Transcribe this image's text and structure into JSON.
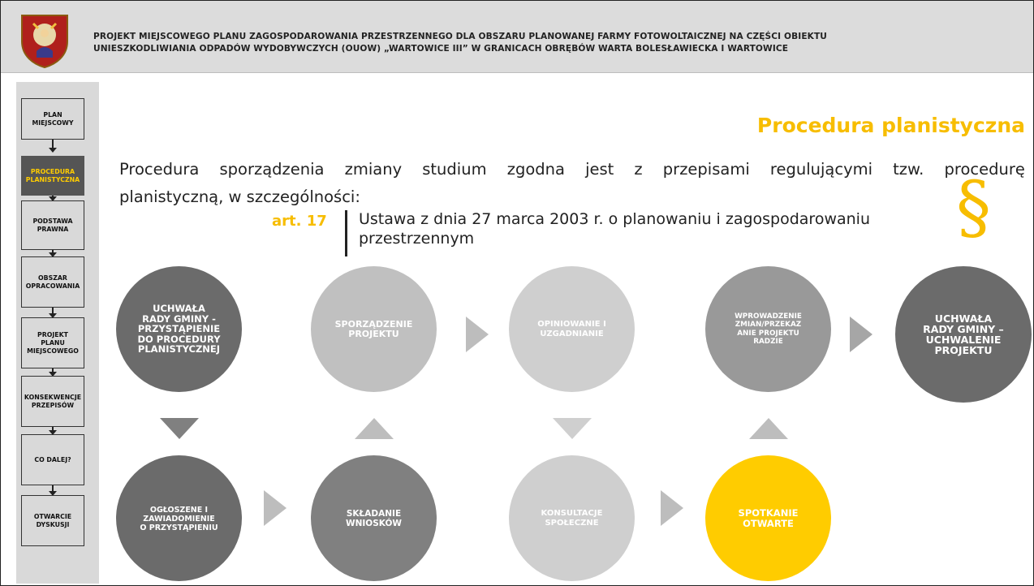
{
  "header": {
    "title_line1": "PROJEKT MIEJSCOWEGO PLANU ZAGOSPODAROWANIA PRZESTRZENNEGO DLA OBSZARU PLANOWANEJ FARMY FOTOWOLTAICZNEJ NA CZĘŚCI OBIEKTU",
    "title_line2": "UNIESZKODLIWIANIA ODPADÓW WYDOBYWCZYCH (OUOW) „WARTOWICE III” W GRANICACH OBRĘBÓW WARTA BOLESŁAWIECKA I WARTOWICE",
    "logo_icon": "municipal-crest-icon"
  },
  "sidebar": {
    "items": [
      {
        "label": "PLAN\nMIEJSCOWY",
        "active": false
      },
      {
        "label": "PROCEDURA\nPLANISTYCZNA",
        "active": true
      },
      {
        "label": "PODSTAWA\nPRAWNA",
        "active": false
      },
      {
        "label": "OBSZAR\nOPRACOWANIA",
        "active": false
      },
      {
        "label": "PROJEKT\nPLANU\nMIEJSCOWEGO",
        "active": false
      },
      {
        "label": "KONSEKWENCJE\nPRZEPISÓW",
        "active": false
      },
      {
        "label": "CO DALEJ?",
        "active": false
      },
      {
        "label": "OTWARCIE\nDYSKUSJI",
        "active": false
      }
    ]
  },
  "main": {
    "title": "Procedura planistyczna",
    "intro_line1_words": [
      "Procedura",
      "sporządzenia",
      "zmiany",
      "studium",
      "zgodna",
      "jest",
      "z",
      "przepisami",
      "regulującymi",
      "tzw.",
      "procedurę"
    ],
    "intro_line2": "planistyczną, w szczególności:",
    "article_label": "art. 17",
    "article_text": "Ustawa z dnia 27 marca 2003 r. o planowaniu i zagospodarowaniu przestrzennym",
    "section_sign": "§"
  },
  "process": {
    "top": [
      {
        "label": "UCHWAŁA\nRADY GMINY -\nPRZYSTĄPIENIE\nDO PROCEDURY\nPLANISTYCZNEJ"
      },
      {
        "label": "SPORZĄDZENIE\nPROJEKTU"
      },
      {
        "label": "OPINIOWANIE I\nUZGADNIANIE"
      },
      {
        "label": "WPROWADZENIE\nZMIAN/PRZEKAZ\nANIE PROJEKTU\nRADZIE"
      },
      {
        "label": "UCHWAŁA\nRADY GMINY –\nUCHWALENIE\nPROJEKTU"
      }
    ],
    "bottom": [
      {
        "label": "OGŁOSZENE I\nZAWIADOMIENIE\nO PRZYSTĄPIENIU"
      },
      {
        "label": "SKŁADANIE\nWNIOSKÓW"
      },
      {
        "label": "KONSULTACJE\nSPOŁECZNE"
      },
      {
        "label": "SPOTKANIE\nOTWARTE"
      }
    ]
  },
  "colors": {
    "accent": "#f7bd00",
    "highlight": "#ffcc00",
    "dark_gray": "#6b6b6b",
    "mid_gray": "#999999",
    "light_gray": "#c8c8c8"
  }
}
